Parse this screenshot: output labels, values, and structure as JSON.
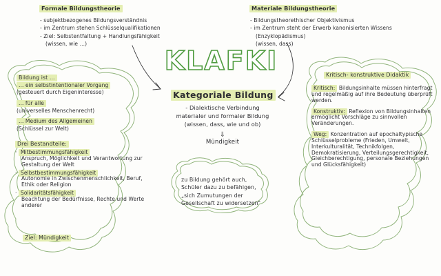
{
  "page": {
    "title": "KLAFKI",
    "subtitle": "Kategoriale Bildung",
    "background_color": "#fdfdfb",
    "accent_green": "#4f9b3f",
    "highlight_color": "#e4eeb2",
    "ink_color": "#2f2f33"
  },
  "formale": {
    "title": "Formale Bildungstheorie",
    "lines": [
      "- subjektbezogenes Bildungsverständnis",
      "- im Zentrum stehen Schlüsselqualifikationen",
      "- Ziel: Selbstentfaltung + Handlungsfähigkeit",
      "(wissen, wie ...)"
    ]
  },
  "materiale": {
    "title": "Materiale Bildungstheorie",
    "lines": [
      "- Bildungstheorethischer Objektivismus",
      "- im Zentrum steht der Erwerb kanonisierten Wissens",
      "(Enzyklopädismus)",
      "(wissen, dass)"
    ]
  },
  "center": {
    "title": "KLAFKI",
    "subtitle": "Kategoriale Bildung",
    "body": [
      "- Dialektische Verbindung",
      "materialer und formaler Bildung",
      "(wissen, dass, wie und ob)"
    ],
    "arrow": "⇓",
    "goal": "Mündigkeit"
  },
  "bildung_ist": {
    "title": "Bildung ist ...",
    "lines": [
      "... ein selbstintentionaler Vorgang",
      "(gesteuert durch Eigeninteresse)",
      "... für alle",
      "(universelles Menschenrecht)",
      "... Medium des Allgemeinen",
      "(Schlüssel zur Welt)"
    ]
  },
  "drei_bestandteile": {
    "title": "Drei Bestandteile:",
    "items": [
      {
        "label": "Mitbestimmungsfähigkeit",
        "detail": "Anspruch, Möglichkeit und Verantwortung zur Gestaltung der Welt"
      },
      {
        "label": "Selbstbestimmungsfähigkeit",
        "detail": "Autonomie in Zwischenmenschlichkeit, Beruf, Ethik oder Religion"
      },
      {
        "label": "Solidaritätsfähigkeit",
        "detail": "Beachtung der Bedürfnisse, Rechte und Werte anderer"
      }
    ],
    "goal": "Ziel: Mündigkeit"
  },
  "kkd": {
    "title": "Kritisch- konstruktive Didaktik",
    "paragraphs": [
      {
        "label": "Kritisch:",
        "text": "Bildungsinhalte müssen hinterfragt und regelmäßig auf ihre Bedeutung überprüft werden."
      },
      {
        "label": "Konstruktiv:",
        "text": "Reflexion von Bildungsinhalten ermöglicht Vorschläge zu sinnvollen Veränderungen."
      },
      {
        "label": "Weg:",
        "text": "Konzentration auf epochaltypische Schlüsselprobleme (Frieden, Umwelt, Interkulturalität, Technikfolgen, Demokratisierung, Verteilungsgerechtigkeit, Gleichberechtigung, personale Beziehungen und Glücksfähigkeit)"
      }
    ]
  },
  "bubble": {
    "lines": [
      "zu Bildung gehört auch,",
      "Schüler dazu zu befähigen,",
      "„sich Zumutungen der",
      "Gesellschaft zu widersetzen“"
    ]
  }
}
